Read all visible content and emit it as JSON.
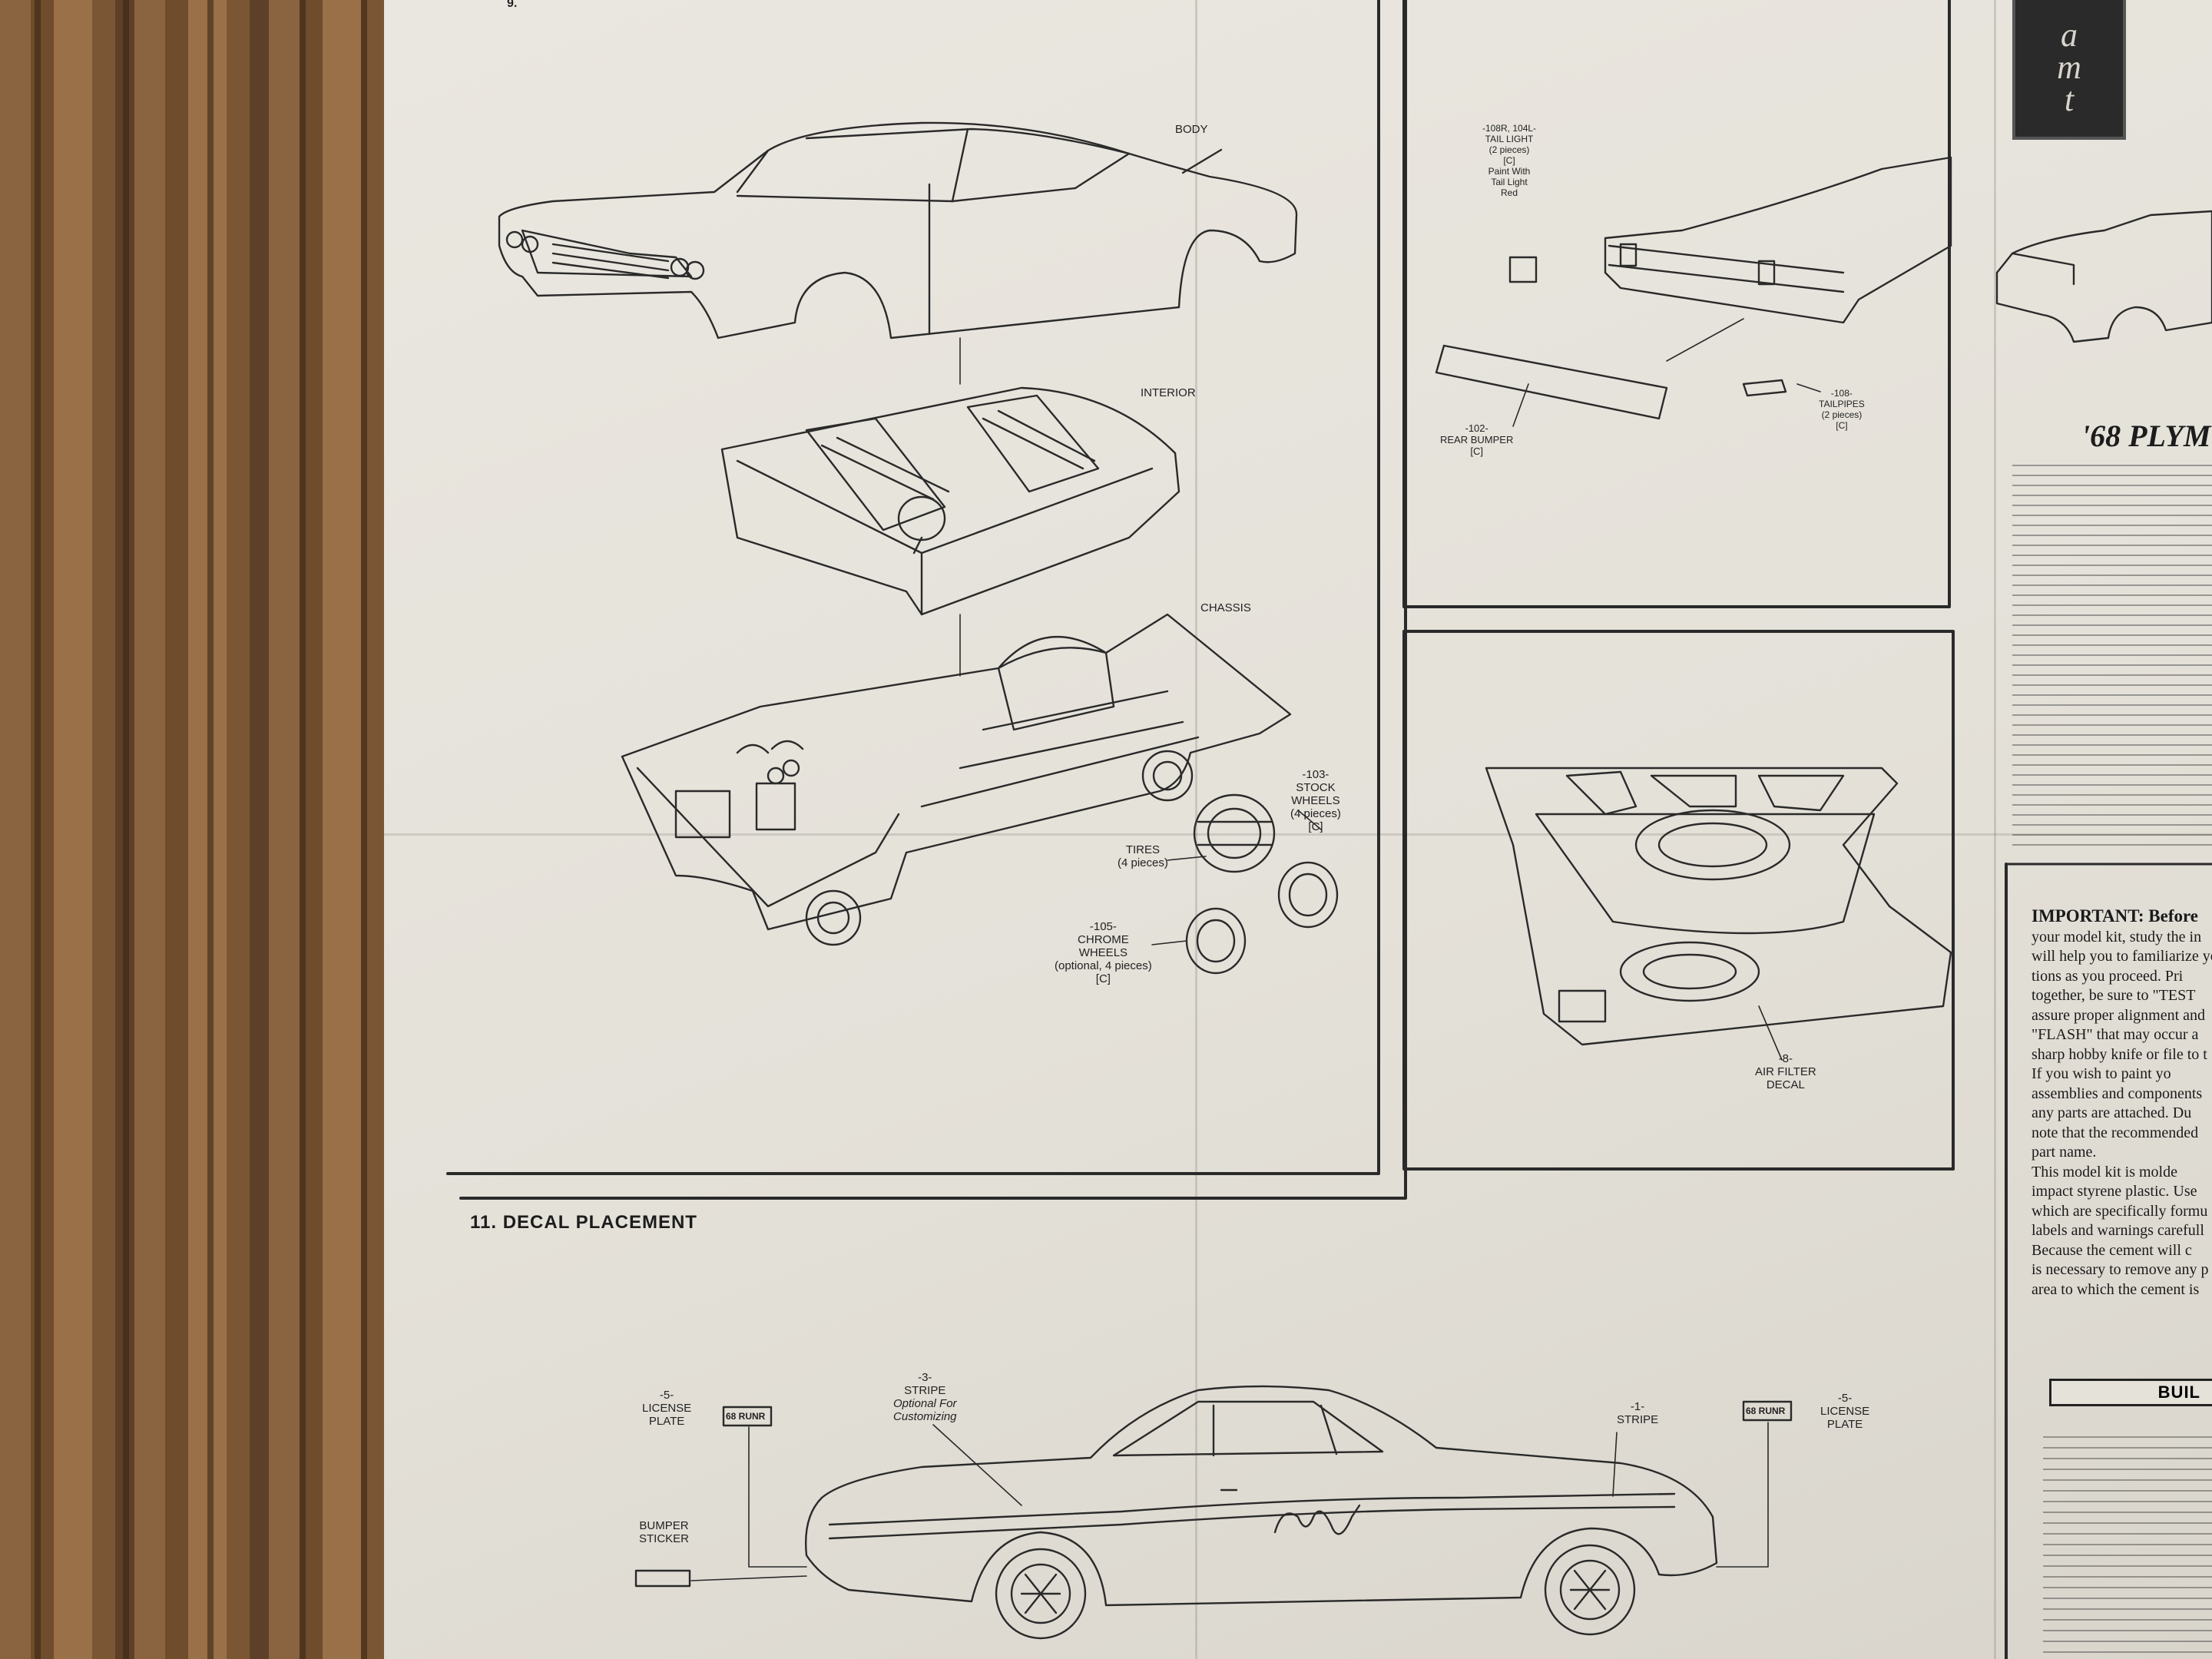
{
  "step9": {
    "number": "9."
  },
  "step9_parts": {
    "body": "BODY",
    "interior": "INTERIOR",
    "chassis": "CHASSIS",
    "stock_wheels": [
      "-103-",
      "STOCK",
      "WHEELS",
      "(4 pieces)",
      "[C]"
    ],
    "tires": [
      "TIRES",
      "(4 pieces)"
    ],
    "chrome_wheels": [
      "-105-",
      "CHROME",
      "WHEELS",
      "(optional, 4 pieces)",
      "[C]"
    ]
  },
  "step10": {
    "tail_light": [
      "-108R, 104L-",
      "TAIL LIGHT",
      "(2 pieces)",
      "[C]",
      "Paint With",
      "Tail Light",
      "Red"
    ],
    "rear_bumper": [
      "-102-",
      "REAR BUMPER",
      "[C]"
    ],
    "tailpipes": [
      "-108-",
      "TAILPIPES",
      "(2 pieces)",
      "[C]"
    ]
  },
  "air_filter": [
    "-8-",
    "AIR FILTER",
    "DECAL"
  ],
  "decal_section": {
    "title": "11. DECAL PLACEMENT",
    "license_left": [
      "-5-",
      "LICENSE",
      "PLATE"
    ],
    "stripe_optional": [
      "-3-",
      "STRIPE",
      "Optional For",
      "Customizing"
    ],
    "stripe": [
      "-1-",
      "STRIPE"
    ],
    "license_right": [
      "-5-",
      "LICENSE",
      "PLATE"
    ],
    "bumper_sticker": [
      "BUMPER",
      "STICKER"
    ],
    "plate_text": "68 RUNR"
  },
  "right_panel": {
    "logo_letters": [
      "a",
      "m",
      "t"
    ],
    "heading": "'68 PLYM",
    "important": [
      "IMPORTANT: Before",
      "your model kit, study the in",
      "will help you to familiarize yo",
      "tions as you proceed. Pri",
      "together, be sure to \"TEST",
      "assure proper alignment and",
      "\"FLASH\" that may occur a",
      "sharp hobby knife or file to t",
      "  If you wish to paint yo",
      "assemblies and components",
      "any parts are attached. Du",
      "note that the recommended",
      "part name.",
      "  This model kit is molde",
      "impact styrene plastic. Use",
      "which are specifically formu",
      "labels and warnings carefull",
      "  Because the cement will c",
      "is necessary to remove any p",
      "area to which the cement is"
    ],
    "build_header": "BUIL"
  }
}
